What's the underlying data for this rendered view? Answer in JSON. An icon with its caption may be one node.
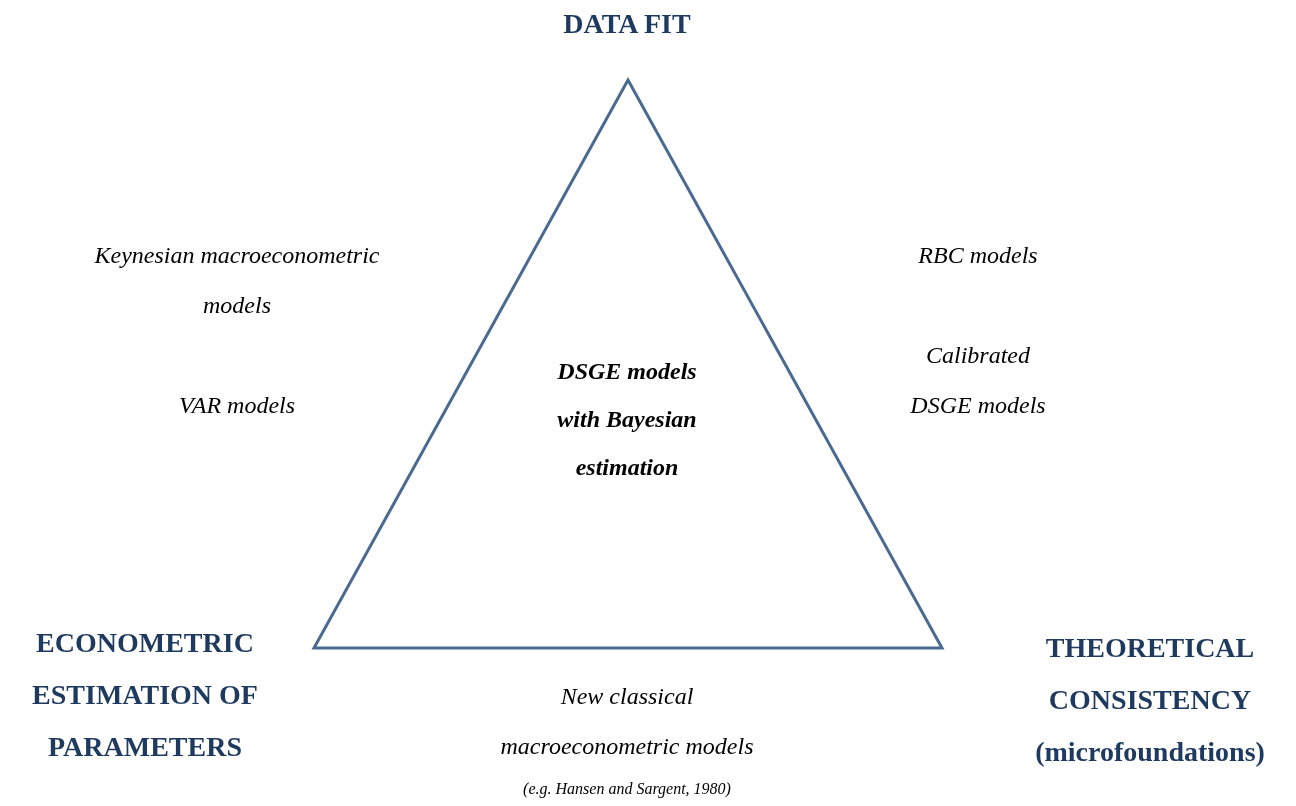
{
  "diagram": {
    "nodes": [
      {
        "text": [
          "DSGE models with Bayesian estimation"
        ]
      }
    ],
    "labels": [
      "DATA FIT",
      "Keynesian macroeconometric models",
      "VAR models",
      "RBC models",
      "Calibrated DSGE models",
      "ECONOMETRIC ESTIMATION OF PARAMETERS",
      "New classical macroeconometric models",
      "(e.g. Hansen and Sargent, 1980)",
      "THEORETICAL CONSISTENCY (microfoundations)"
    ]
  }
}
